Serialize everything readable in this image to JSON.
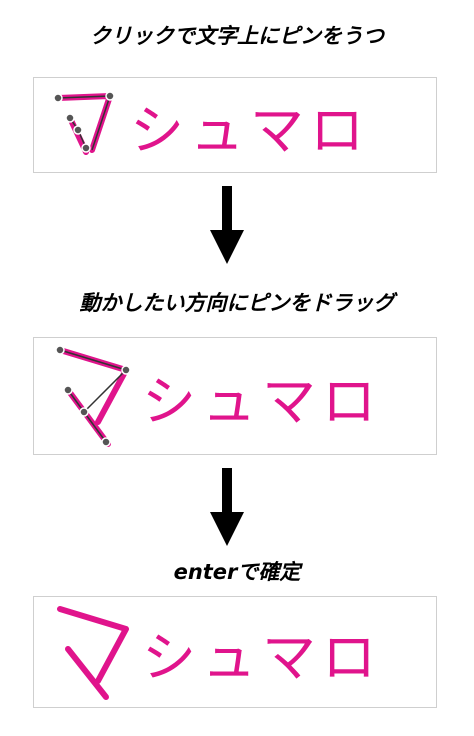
{
  "steps": [
    {
      "caption": "クリックで文字上にピンをうつ",
      "word": "シュマロ"
    },
    {
      "caption": "動かしたい方向にピンをドラッグ",
      "word": "シュマロ"
    },
    {
      "caption": "enterで確定",
      "word": "シュマロ"
    }
  ],
  "colors": {
    "accent": "#e0148c",
    "pin": "#555555",
    "arrow": "#000000"
  }
}
